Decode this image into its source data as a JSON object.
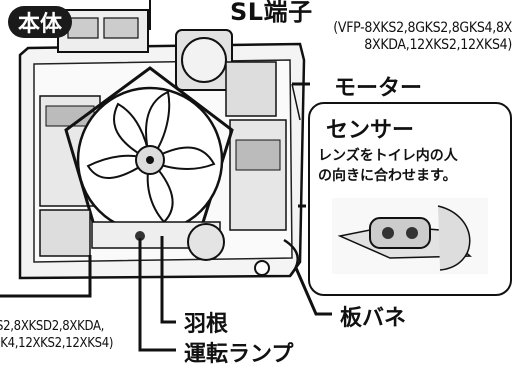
{
  "badge": "本体",
  "title_partial": "SL端子",
  "models_top": {
    "line1": "(VFP-8XKS2,8GKS2,8GKS4,8X",
    "line2": "8XKDA,12XKS2,12XKS4)"
  },
  "labels": {
    "motor": "モーター",
    "blade": "羽根",
    "leaf_spring": "板バネ",
    "run_lamp": "運転ランプ"
  },
  "sensor": {
    "title": "センサー",
    "line1": "レンズをトイレ内の人",
    "line2": "の向きに合わせます。"
  },
  "models_bottom": {
    "line1": "S2,8XKSD2,8XKDA,",
    "line2": "(K4,12XKS2,12XKS4)"
  }
}
